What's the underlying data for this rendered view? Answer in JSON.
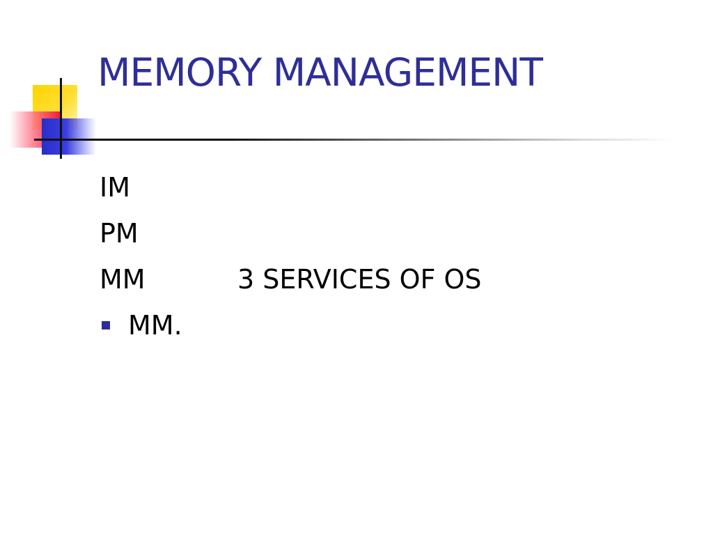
{
  "slide": {
    "title": "MEMORY MANAGEMENT",
    "lines": [
      {
        "text": "IM"
      },
      {
        "text": "PM"
      },
      {
        "left": "MM",
        "right": "3 SERVICES OF OS"
      }
    ],
    "bullets": [
      {
        "text": "MM."
      }
    ]
  },
  "colors": {
    "title": "#2e2e99",
    "bullet": "#2e2e99",
    "logo_yellow": "#ffd400",
    "logo_red": "#f0203a",
    "logo_blue": "#2a2ec9"
  },
  "icons": {
    "bullet": "square-bullet-icon",
    "logo": "colored-squares-logo"
  }
}
